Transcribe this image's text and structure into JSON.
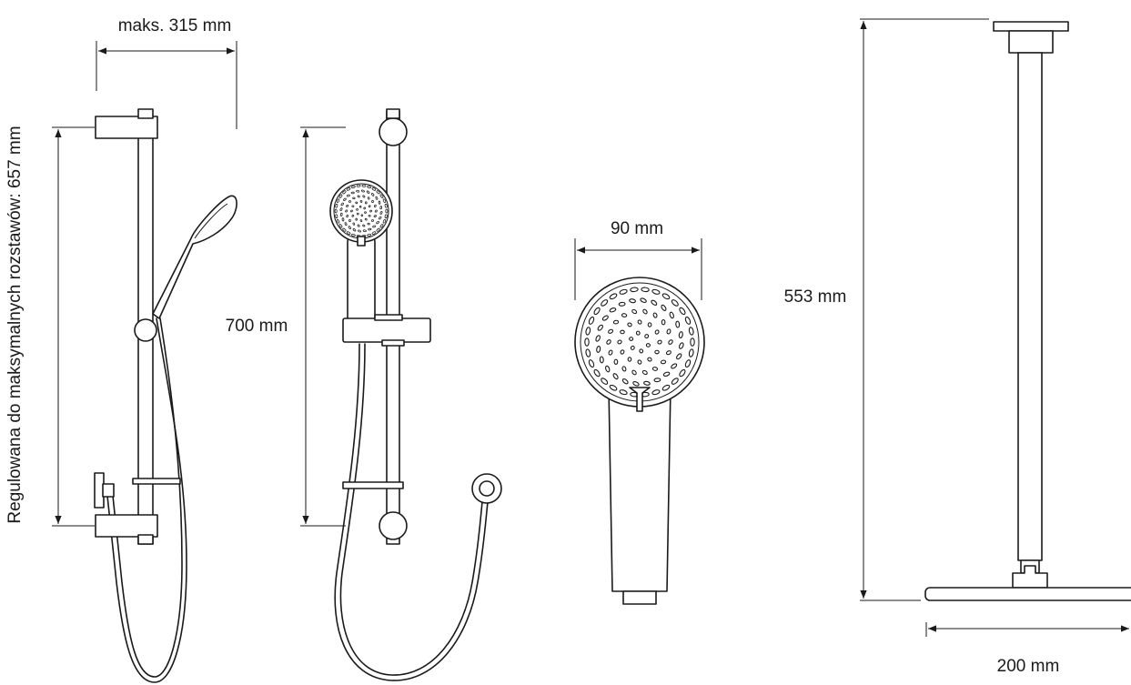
{
  "dimensions": {
    "rail_projection": "maks. 315 mm",
    "rail_adjustable": "Regulowana do maksymalnych rozstawów: 657 mm",
    "rail_length": "700 mm",
    "handset_diameter": "90 mm",
    "ceiling_arm_height": "553 mm",
    "shower_head_width": "200 mm"
  },
  "colors": {
    "line": "#1a1a1a",
    "background": "#ffffff"
  }
}
